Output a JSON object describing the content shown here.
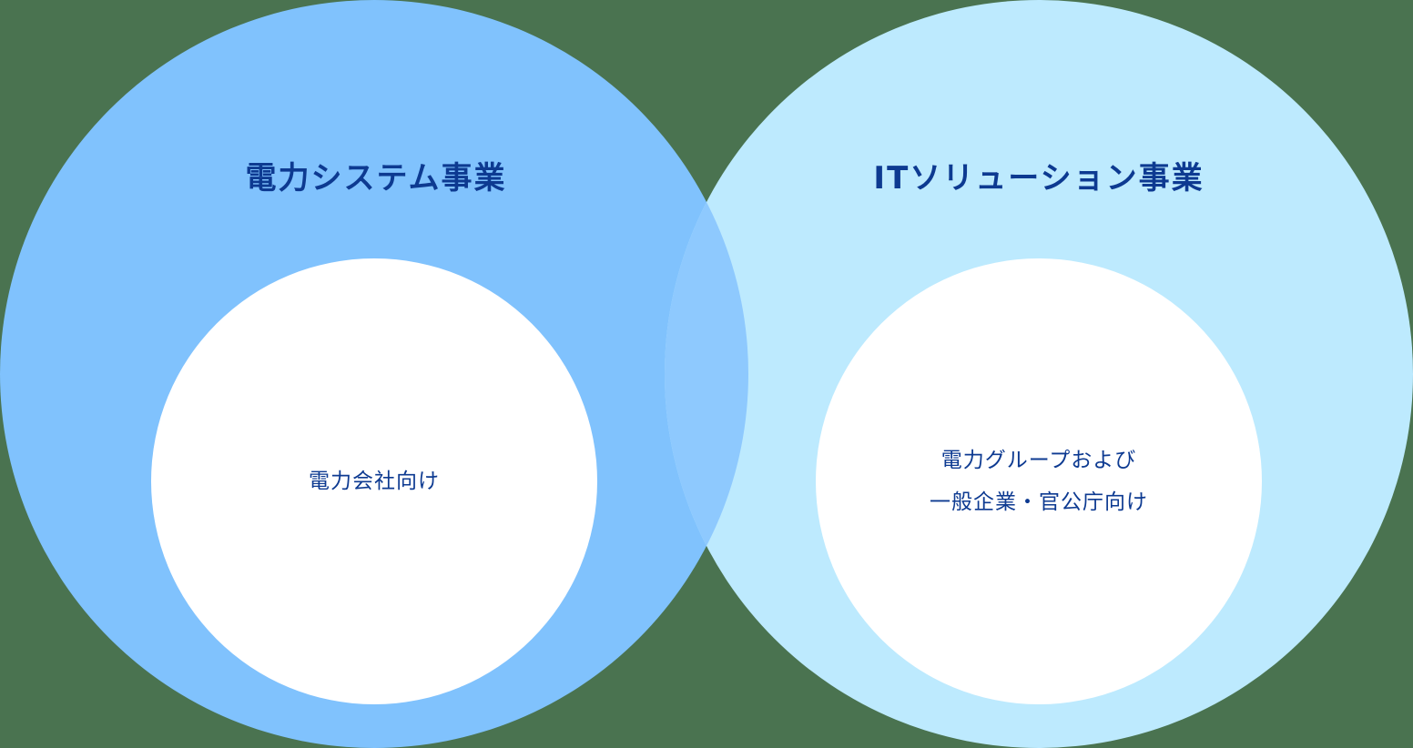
{
  "diagram": {
    "type": "venn",
    "background_color": "#4a7350",
    "left_circle": {
      "title": "電力システム事業",
      "subtitle": "電力会社向け",
      "color": "#80c2fd"
    },
    "right_circle": {
      "title": "ITソリューション事業",
      "subtitle_lines": [
        "電力グループおよび",
        "一般企業・官公庁向け"
      ],
      "color": "#bdeafe"
    },
    "overlap_color": "#8ec9fe",
    "text_color": "#0d3a91"
  }
}
